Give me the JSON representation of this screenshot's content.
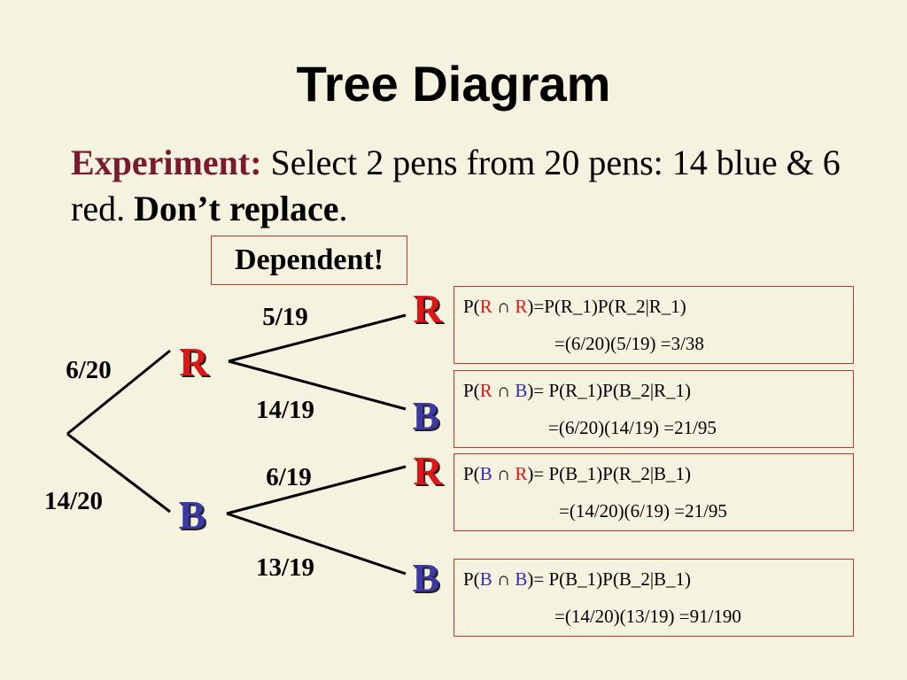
{
  "title": "Tree Diagram",
  "experiment": {
    "lead": "Experiment:",
    "text": "Select 2 pens from 20 pens:  14 blue & 6 red.",
    "emphasis": "Don’t replace",
    "end": "."
  },
  "dependent_label": "Dependent!",
  "probabilities": {
    "first_red": "6/20",
    "first_blue": "14/20",
    "red_red": "5/19",
    "red_blue": "14/19",
    "blue_red": "6/19",
    "blue_blue": "13/19"
  },
  "nodes": {
    "first_red": "R",
    "first_blue": "B",
    "red_red": "R",
    "red_blue": "B",
    "blue_red": "R",
    "blue_blue": "B"
  },
  "results": [
    {
      "p_open": "P(",
      "a": "R",
      "cap": " ∩ ",
      "b": "R",
      "rest": ")=P(R_1)P(R_2|R_1)",
      "calc": "=(6/20)(5/19) =3/38"
    },
    {
      "p_open": "P(",
      "a": "R",
      "cap": " ∩ ",
      "b": "B",
      "rest": ")= P(R_1)P(B_2|R_1)",
      "calc": "=(6/20)(14/19) =21/95"
    },
    {
      "p_open": "P(",
      "a": "B",
      "cap": " ∩ ",
      "b": "R",
      "rest": ")= P(B_1)P(R_2|B_1)",
      "calc": "=(14/20)(6/19) =21/95"
    },
    {
      "p_open": "P(",
      "a": "B",
      "cap": " ∩ ",
      "b": "B",
      "rest": ")= P(B_1)P(B_2|B_1)",
      "calc": "=(14/20)(13/19) =91/190"
    }
  ],
  "colors": {
    "red": "#e01515",
    "blue": "#3b39a8",
    "accent": "#7a1a2e",
    "border": "#c0392b",
    "background": "#f6f2e0"
  }
}
